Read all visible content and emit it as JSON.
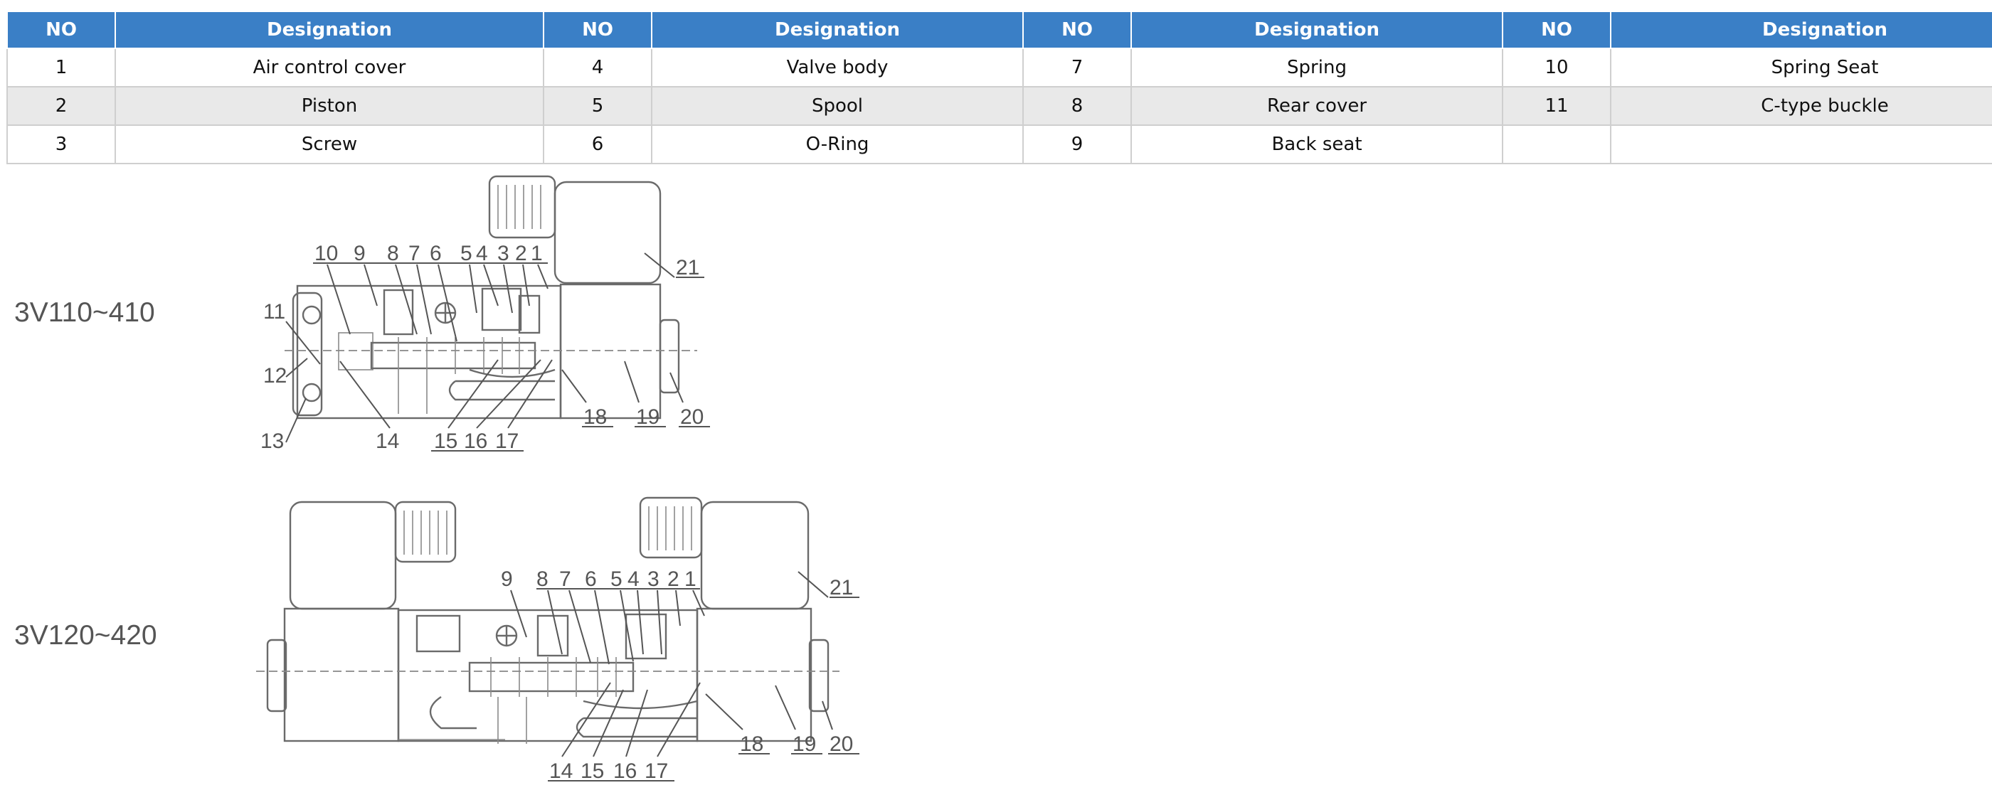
{
  "table": {
    "headers": [
      "NO",
      "Designation",
      "NO",
      "Designation",
      "NO",
      "Designation",
      "NO",
      "Designation"
    ],
    "rows": [
      [
        "1",
        "Air control cover",
        "4",
        "Valve body",
        "7",
        "Spring",
        "10",
        "Spring Seat"
      ],
      [
        "2",
        "Piston",
        "5",
        "Spool",
        "8",
        "Rear cover",
        "11",
        "C-type buckle"
      ],
      [
        "3",
        "Screw",
        "6",
        "O-Ring",
        "9",
        "Back seat",
        "",
        ""
      ]
    ]
  },
  "diagrams": [
    {
      "model": "3V110~410",
      "callouts_top": [
        "10",
        "9",
        "8",
        "7",
        "6",
        "5",
        "4",
        "3",
        "2",
        "1"
      ],
      "callouts_left": [
        "11",
        "12",
        "13"
      ],
      "callouts_bottom": [
        "14",
        "15",
        "16",
        "17",
        "18",
        "19",
        "20"
      ],
      "callouts_right": [
        "21"
      ]
    },
    {
      "model": "3V120~420",
      "callouts_top": [
        "9",
        "8",
        "7",
        "6",
        "5",
        "4",
        "3",
        "2",
        "1"
      ],
      "callouts_bottom": [
        "14",
        "15",
        "16",
        "17",
        "18",
        "19",
        "20"
      ],
      "callouts_right": [
        "21"
      ]
    }
  ]
}
